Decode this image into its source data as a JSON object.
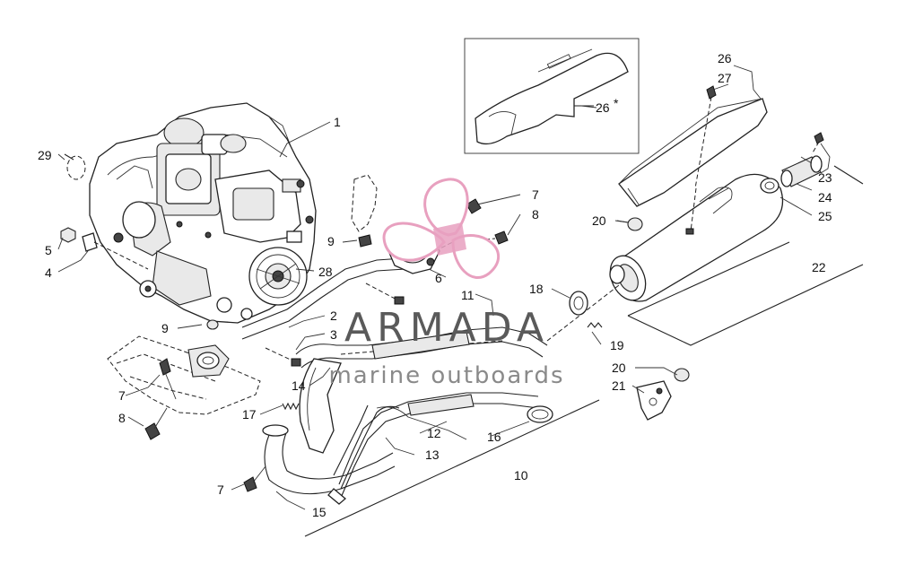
{
  "diagram": {
    "labels": [
      {
        "id": "l1",
        "text": "1"
      },
      {
        "id": "l29",
        "text": "29"
      },
      {
        "id": "l5",
        "text": "5"
      },
      {
        "id": "l4",
        "text": "4"
      },
      {
        "id": "l9a",
        "text": "9"
      },
      {
        "id": "l28",
        "text": "28"
      },
      {
        "id": "l9b",
        "text": "9"
      },
      {
        "id": "l2",
        "text": "2"
      },
      {
        "id": "l3",
        "text": "3"
      },
      {
        "id": "l7a",
        "text": "7"
      },
      {
        "id": "l8a",
        "text": "8"
      },
      {
        "id": "l7b",
        "text": "7"
      },
      {
        "id": "l8b",
        "text": "8"
      },
      {
        "id": "l6",
        "text": "6"
      },
      {
        "id": "l11",
        "text": "11"
      },
      {
        "id": "l14",
        "text": "14"
      },
      {
        "id": "l17",
        "text": "17"
      },
      {
        "id": "l7c",
        "text": "7"
      },
      {
        "id": "l15",
        "text": "15"
      },
      {
        "id": "l13",
        "text": "13"
      },
      {
        "id": "l12",
        "text": "12"
      },
      {
        "id": "l16",
        "text": "16"
      },
      {
        "id": "l10",
        "text": "10"
      },
      {
        "id": "l18",
        "text": "18"
      },
      {
        "id": "l19",
        "text": "19"
      },
      {
        "id": "l20a",
        "text": "20"
      },
      {
        "id": "l21",
        "text": "21"
      },
      {
        "id": "l20b",
        "text": "20"
      },
      {
        "id": "l22",
        "text": "22"
      },
      {
        "id": "l23",
        "text": "23"
      },
      {
        "id": "l24",
        "text": "24"
      },
      {
        "id": "l25",
        "text": "25"
      },
      {
        "id": "l26",
        "text": "26"
      },
      {
        "id": "l27",
        "text": "27"
      },
      {
        "id": "l26s",
        "text": "26"
      }
    ],
    "inset_asterisk": "*"
  },
  "watermark": {
    "brand": "ARMADA",
    "tagline": "marine outboards",
    "brand_color": "#5a5a5a",
    "accent_color": "#e8a0bf"
  }
}
